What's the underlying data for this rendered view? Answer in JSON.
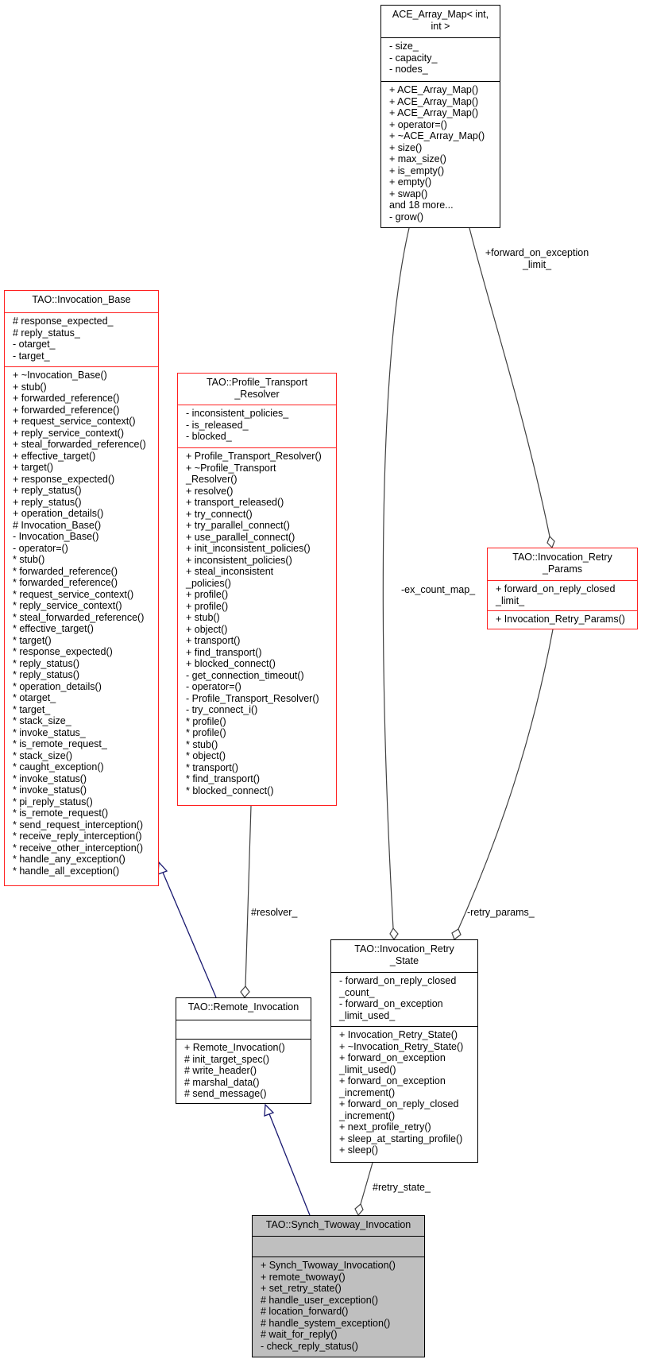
{
  "diagram": {
    "type": "UML class collaboration diagram",
    "classes": {
      "ace_array_map": {
        "title": [
          "ACE_Array_Map< int,",
          "int >"
        ],
        "attributes": [
          "- size_",
          "- capacity_",
          "- nodes_"
        ],
        "methods": [
          "+ ACE_Array_Map()",
          "+ ACE_Array_Map()",
          "+ ACE_Array_Map()",
          "+ operator=()",
          "+ ~ACE_Array_Map()",
          "+ size()",
          "+ max_size()",
          "+ is_empty()",
          "+ empty()",
          "+ swap()",
          "and 18 more...",
          "- grow()"
        ],
        "border_color": "#000000"
      },
      "invocation_base": {
        "title": [
          "TAO::Invocation_Base"
        ],
        "attributes": [
          "# response_expected_",
          "# reply_status_",
          "- otarget_",
          "- target_"
        ],
        "methods": [
          "+ ~Invocation_Base()",
          "+ stub()",
          "+ forwarded_reference()",
          "+ forwarded_reference()",
          "+ request_service_context()",
          "+ reply_service_context()",
          "+ steal_forwarded_reference()",
          "+ effective_target()",
          "+ target()",
          "+ response_expected()",
          "+ reply_status()",
          "+ reply_status()",
          "+ operation_details()",
          "# Invocation_Base()",
          "- Invocation_Base()",
          "- operator=()",
          "* stub()",
          "* forwarded_reference()",
          "* forwarded_reference()",
          "* request_service_context()",
          "* reply_service_context()",
          "* steal_forwarded_reference()",
          "* effective_target()",
          "* target()",
          "* response_expected()",
          "* reply_status()",
          "* reply_status()",
          "* operation_details()",
          "* otarget_",
          "* target_",
          "* stack_size_",
          "* invoke_status_",
          "* is_remote_request_",
          "* stack_size()",
          "* caught_exception()",
          "* invoke_status()",
          "* invoke_status()",
          "* pi_reply_status()",
          "* is_remote_request()",
          "* send_request_interception()",
          "* receive_reply_interception()",
          "* receive_other_interception()",
          "* handle_any_exception()",
          "* handle_all_exception()"
        ],
        "border_color": "#ff2020"
      },
      "profile_transport_resolver": {
        "title": [
          "TAO::Profile_Transport",
          "_Resolver"
        ],
        "attributes": [
          "- inconsistent_policies_",
          "- is_released_",
          "- blocked_"
        ],
        "methods": [
          "+ Profile_Transport_Resolver()",
          "+ ~Profile_Transport",
          "_Resolver()",
          "+ resolve()",
          "+ transport_released()",
          "+ try_connect()",
          "+ try_parallel_connect()",
          "+ use_parallel_connect()",
          "+ init_inconsistent_policies()",
          "+ inconsistent_policies()",
          "+ steal_inconsistent",
          "_policies()",
          "+ profile()",
          "+ profile()",
          "+ stub()",
          "+ object()",
          "+ transport()",
          "+ find_transport()",
          "+ blocked_connect()",
          "- get_connection_timeout()",
          "- operator=()",
          "- Profile_Transport_Resolver()",
          "- try_connect_i()",
          "* profile()",
          "* profile()",
          "* stub()",
          "* object()",
          "* transport()",
          "* find_transport()",
          "* blocked_connect()"
        ],
        "border_color": "#ff2020"
      },
      "invocation_retry_params": {
        "title": [
          "TAO::Invocation_Retry",
          "_Params"
        ],
        "attributes": [
          "+ forward_on_reply_closed",
          "_limit_"
        ],
        "methods": [
          "+ Invocation_Retry_Params()"
        ],
        "border_color": "#ff2020"
      },
      "invocation_retry_state": {
        "title": [
          "TAO::Invocation_Retry",
          "_State"
        ],
        "attributes": [
          "- forward_on_reply_closed",
          "_count_",
          "- forward_on_exception",
          "_limit_used_"
        ],
        "methods": [
          "+ Invocation_Retry_State()",
          "+ ~Invocation_Retry_State()",
          "+ forward_on_exception",
          "_limit_used()",
          "+ forward_on_exception",
          "_increment()",
          "+ forward_on_reply_closed",
          "_increment()",
          "+ next_profile_retry()",
          "+ sleep_at_starting_profile()",
          "+ sleep()"
        ],
        "border_color": "#000000"
      },
      "remote_invocation": {
        "title": [
          "TAO::Remote_Invocation"
        ],
        "attributes": [],
        "methods": [
          "+ Remote_Invocation()",
          "# init_target_spec()",
          "# write_header()",
          "# marshal_data()",
          "# send_message()"
        ],
        "border_color": "#000000"
      },
      "synch_twoway_invocation": {
        "title": [
          "TAO::Synch_Twoway_Invocation"
        ],
        "attributes": [],
        "methods": [
          "+ Synch_Twoway_Invocation()",
          "+ remote_twoway()",
          "+ set_retry_state()",
          "# handle_user_exception()",
          "# location_forward()",
          "# handle_system_exception()",
          "# wait_for_reply()",
          "- check_reply_status()"
        ],
        "fill_color": "#bfbfbf",
        "border_color": "#000000"
      }
    },
    "edge_labels": {
      "forward_on_exception_limit": [
        "+forward_on_exception",
        "_limit_"
      ],
      "ex_count_map": "-ex_count_map_",
      "retry_params": "-retry_params_",
      "resolver": "#resolver_",
      "retry_state": "#retry_state_"
    },
    "edges": [
      {
        "from": "remote_invocation",
        "to": "invocation_base",
        "kind": "inheritance",
        "color": "#191970"
      },
      {
        "from": "synch_twoway_invocation",
        "to": "remote_invocation",
        "kind": "inheritance",
        "color": "#191970"
      },
      {
        "from": "profile_transport_resolver",
        "to": "remote_invocation",
        "kind": "aggregation",
        "label": "#resolver_",
        "color": "#404040"
      },
      {
        "from": "ace_array_map",
        "to": "invocation_retry_params",
        "kind": "aggregation",
        "label": "+forward_on_exception_limit_",
        "color": "#404040"
      },
      {
        "from": "ace_array_map",
        "to": "invocation_retry_state",
        "kind": "aggregation",
        "label": "-ex_count_map_",
        "color": "#404040"
      },
      {
        "from": "invocation_retry_params",
        "to": "invocation_retry_state",
        "kind": "aggregation",
        "label": "-retry_params_",
        "color": "#404040"
      },
      {
        "from": "invocation_retry_state",
        "to": "synch_twoway_invocation",
        "kind": "aggregation",
        "label": "#retry_state_",
        "color": "#404040"
      }
    ]
  }
}
